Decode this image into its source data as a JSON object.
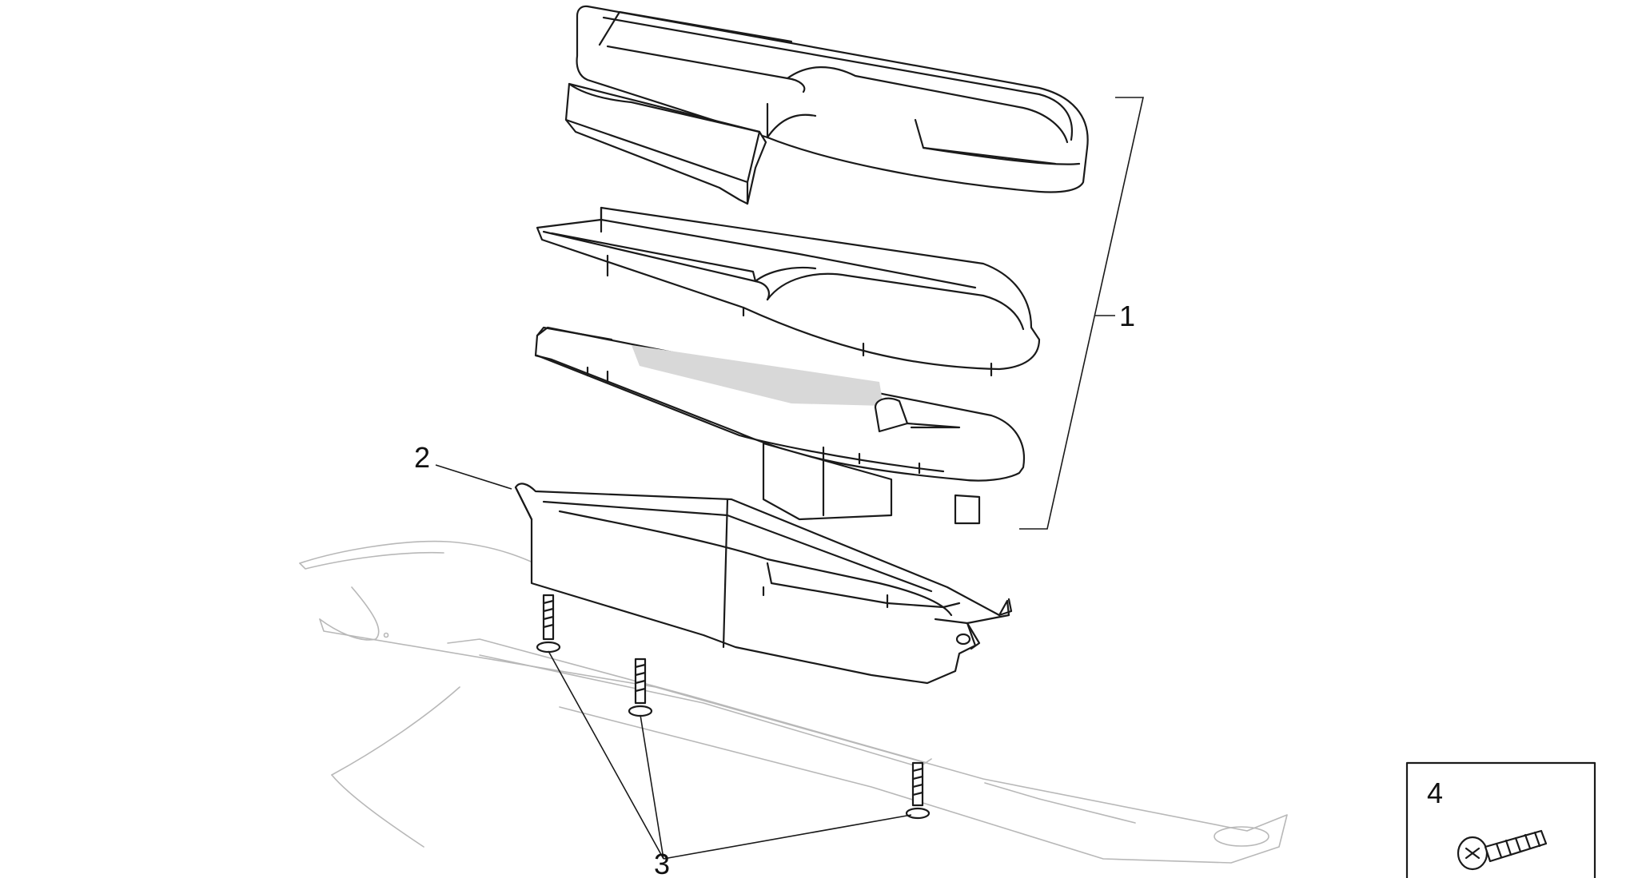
{
  "callouts": [
    {
      "id": "1",
      "label": "1"
    },
    {
      "id": "2",
      "label": "2"
    },
    {
      "id": "3",
      "label": "3"
    },
    {
      "id": "4",
      "label": "4"
    }
  ],
  "colors": {
    "line": "#1a1a1a",
    "ghost_line": "#b8b8b8",
    "display": "#d8d8d8",
    "background": "#ffffff"
  }
}
